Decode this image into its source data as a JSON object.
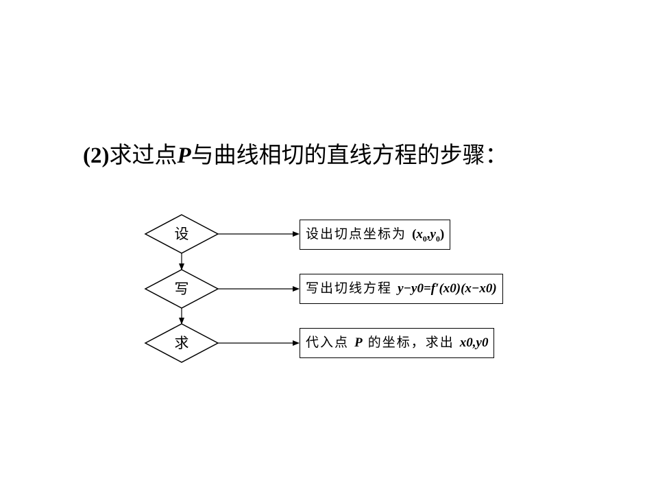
{
  "heading": {
    "number": "(2)",
    "text_before": "求过点",
    "variable": "P",
    "text_after": "与曲线相切的直线方程的步骤："
  },
  "steps": [
    {
      "diamond_label": "设",
      "box_text": "设出切点坐标为",
      "box_math": [
        "(",
        "x",
        "0",
        ",",
        "y",
        "0",
        ")"
      ]
    },
    {
      "diamond_label": "写",
      "box_text": "写出切线方程",
      "box_math_equation": "y−y0=f′(x0)(x−x0)"
    },
    {
      "diamond_label": "求",
      "box_text_1": "代入点",
      "box_var": "P",
      "box_text_2": "的坐标，求出",
      "box_tail": "x0,y0"
    }
  ]
}
